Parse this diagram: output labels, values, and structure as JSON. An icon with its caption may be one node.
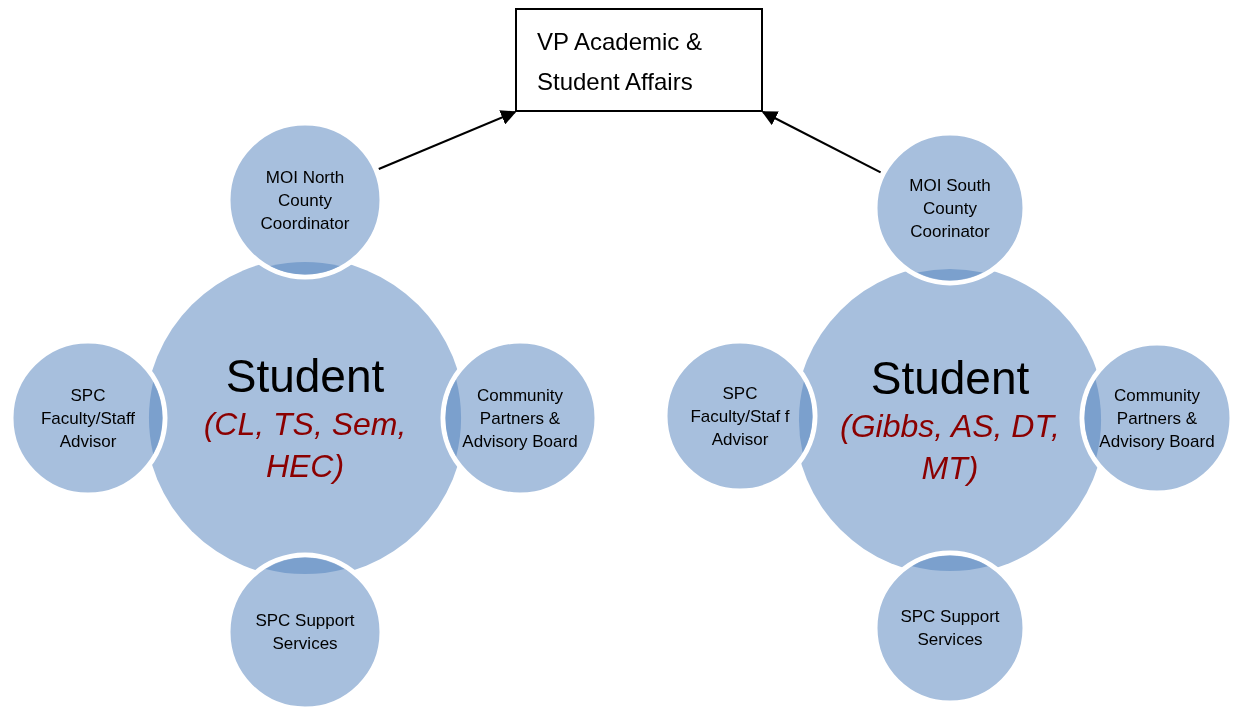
{
  "diagram": {
    "nodes": [
      {
        "text": [
          "VP Academic & Student Affairs"
        ]
      },
      {
        "text": [
          "MOI North County Coordinator"
        ]
      },
      {
        "text": [
          "Student",
          "(CL, TS, Sem, HEC)"
        ]
      },
      {
        "text": [
          "SPC Faculty/Staff Advisor"
        ]
      },
      {
        "text": [
          "Community Partners & Advisory Board"
        ]
      },
      {
        "text": [
          "SPC Support Services"
        ]
      },
      {
        "text": [
          "MOI South County Coorinator"
        ]
      },
      {
        "text": [
          "Student",
          "(Gibbs, AS, DT, MT)"
        ]
      },
      {
        "text": [
          "SPC Faculty/Staf f Advisor"
        ]
      },
      {
        "text": [
          "Community Partners & Advisory Board"
        ]
      },
      {
        "text": [
          "SPC Support Services"
        ]
      }
    ],
    "edges": [
      {
        "from": 1,
        "to": 0,
        "arrow": "to"
      },
      {
        "from": 6,
        "to": 0,
        "arrow": "to"
      }
    ]
  }
}
